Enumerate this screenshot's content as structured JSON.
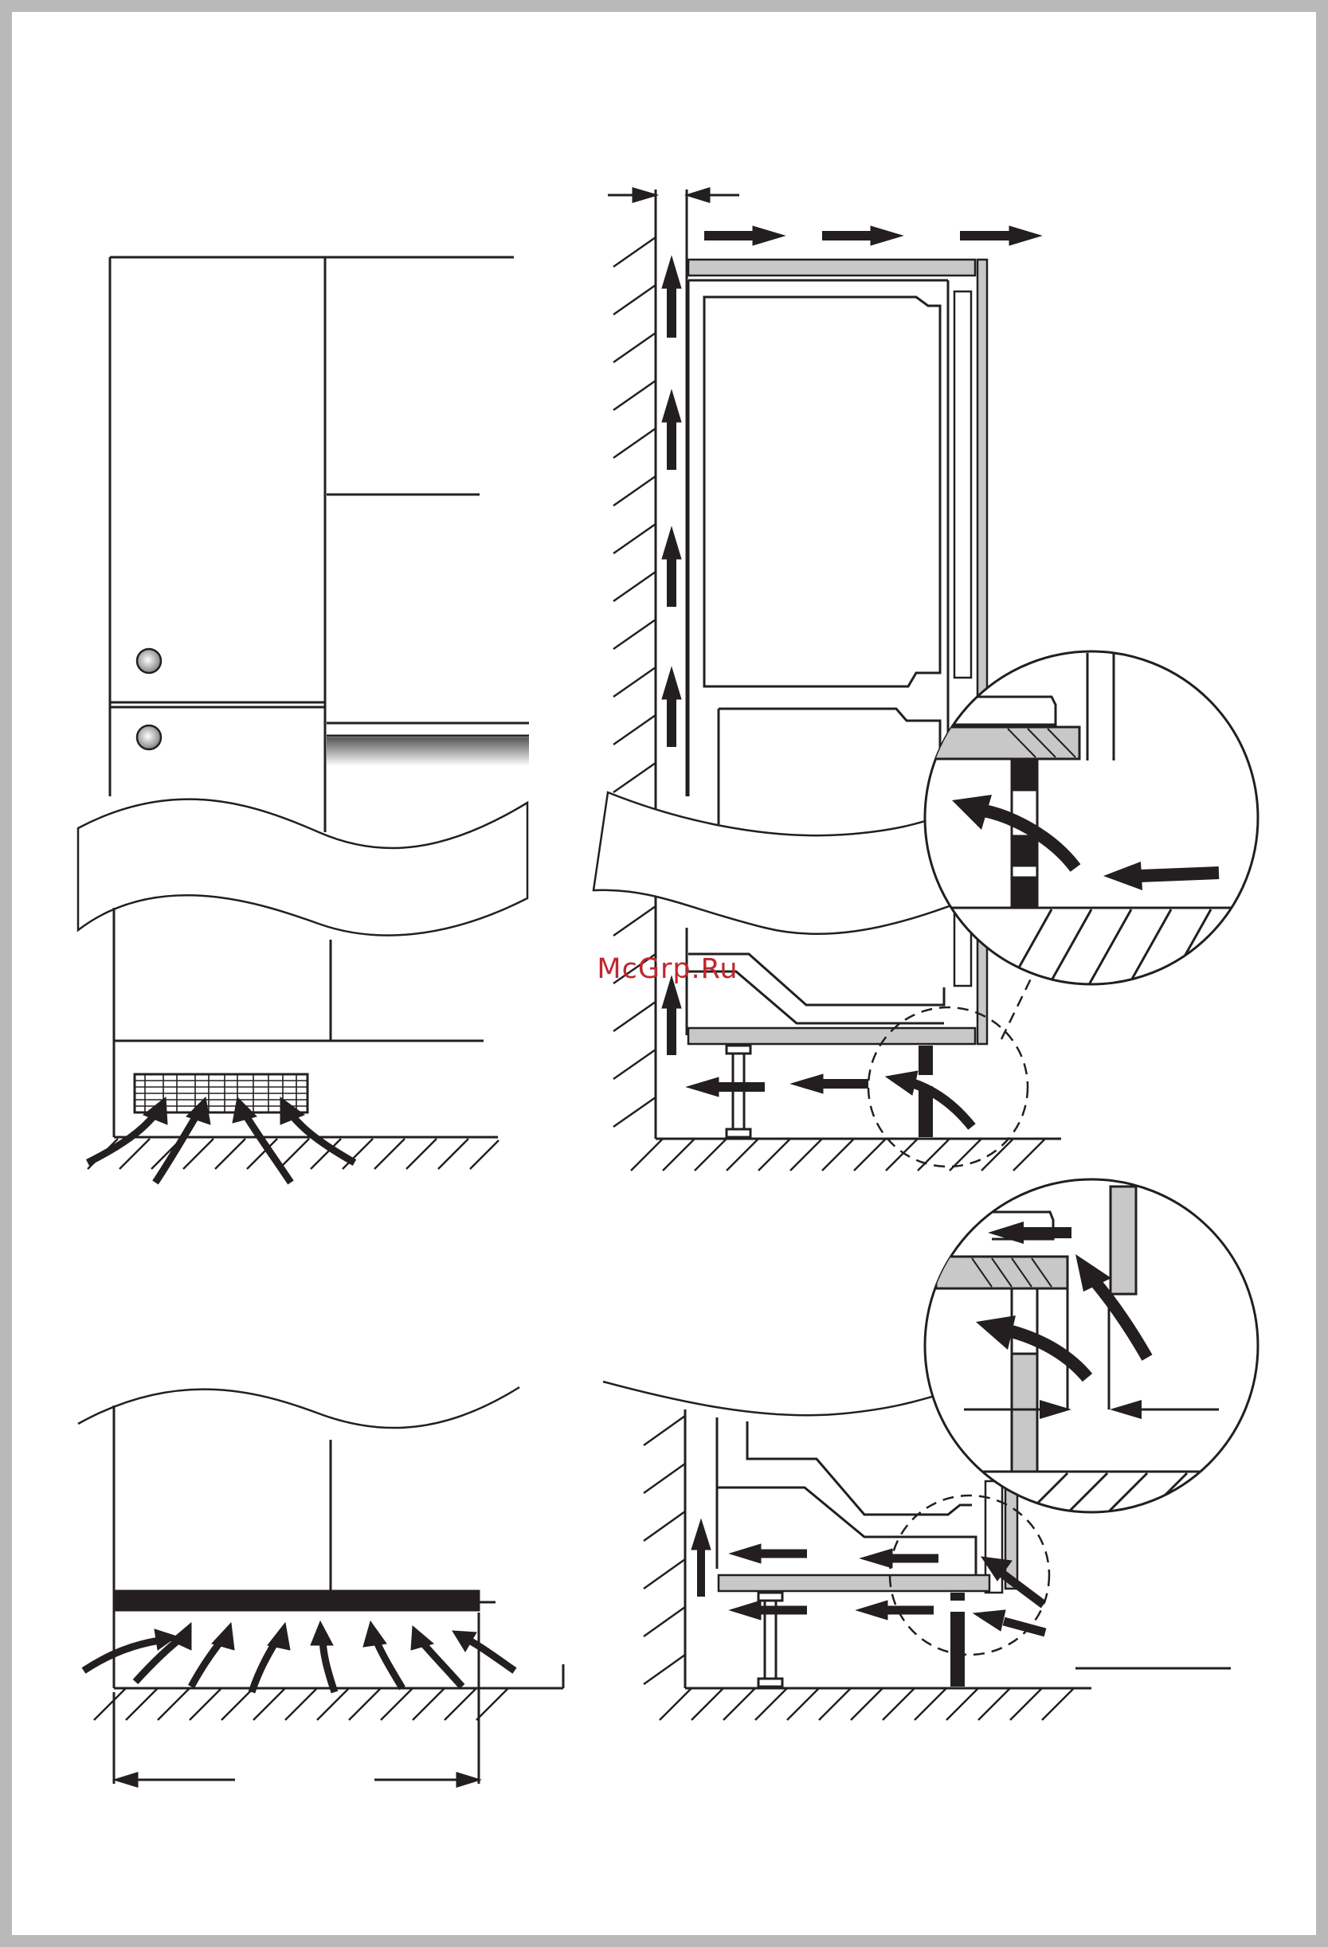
{
  "watermark": {
    "text": "McGrp.Ru",
    "color": "#c0272d"
  },
  "colors": {
    "line": "#231f20",
    "panel_fill": "#c8c8c8",
    "background": "#b9b9b9",
    "sheet": "#ffffff"
  },
  "figures": [
    {
      "name": "cabinet-front-top"
    },
    {
      "name": "side-section-top"
    },
    {
      "name": "cabinet-front-bottom"
    },
    {
      "name": "side-section-bottom"
    }
  ]
}
